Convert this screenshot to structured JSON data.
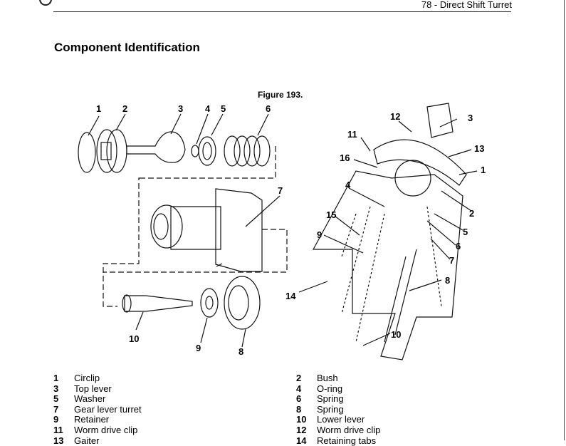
{
  "header": {
    "running_title": "78 - Direct Shift Turret"
  },
  "page_title": "Component Identification",
  "figure": {
    "caption": "Figure 193.",
    "callouts_exploded": [
      "1",
      "2",
      "3",
      "4",
      "5",
      "6",
      "7",
      "8",
      "9",
      "10"
    ],
    "callouts_section": [
      "12",
      "3",
      "11",
      "13",
      "16",
      "1",
      "4",
      "2",
      "15",
      "5",
      "9",
      "6",
      "7",
      "8",
      "14",
      "10"
    ]
  },
  "legend": {
    "left": [
      {
        "num": "1",
        "label": "Circlip"
      },
      {
        "num": "3",
        "label": "Top lever"
      },
      {
        "num": "5",
        "label": "Washer"
      },
      {
        "num": "7",
        "label": "Gear lever turret"
      },
      {
        "num": "9",
        "label": "Retainer"
      },
      {
        "num": "11",
        "label": "Worm drive clip"
      },
      {
        "num": "13",
        "label": "Gaiter"
      }
    ],
    "right": [
      {
        "num": "2",
        "label": "Bush"
      },
      {
        "num": "4",
        "label": "O-ring"
      },
      {
        "num": "6",
        "label": "Spring"
      },
      {
        "num": "8",
        "label": "Spring"
      },
      {
        "num": "10",
        "label": "Lower lever"
      },
      {
        "num": "12",
        "label": "Worm drive clip"
      },
      {
        "num": "14",
        "label": "Retaining tabs"
      }
    ]
  }
}
